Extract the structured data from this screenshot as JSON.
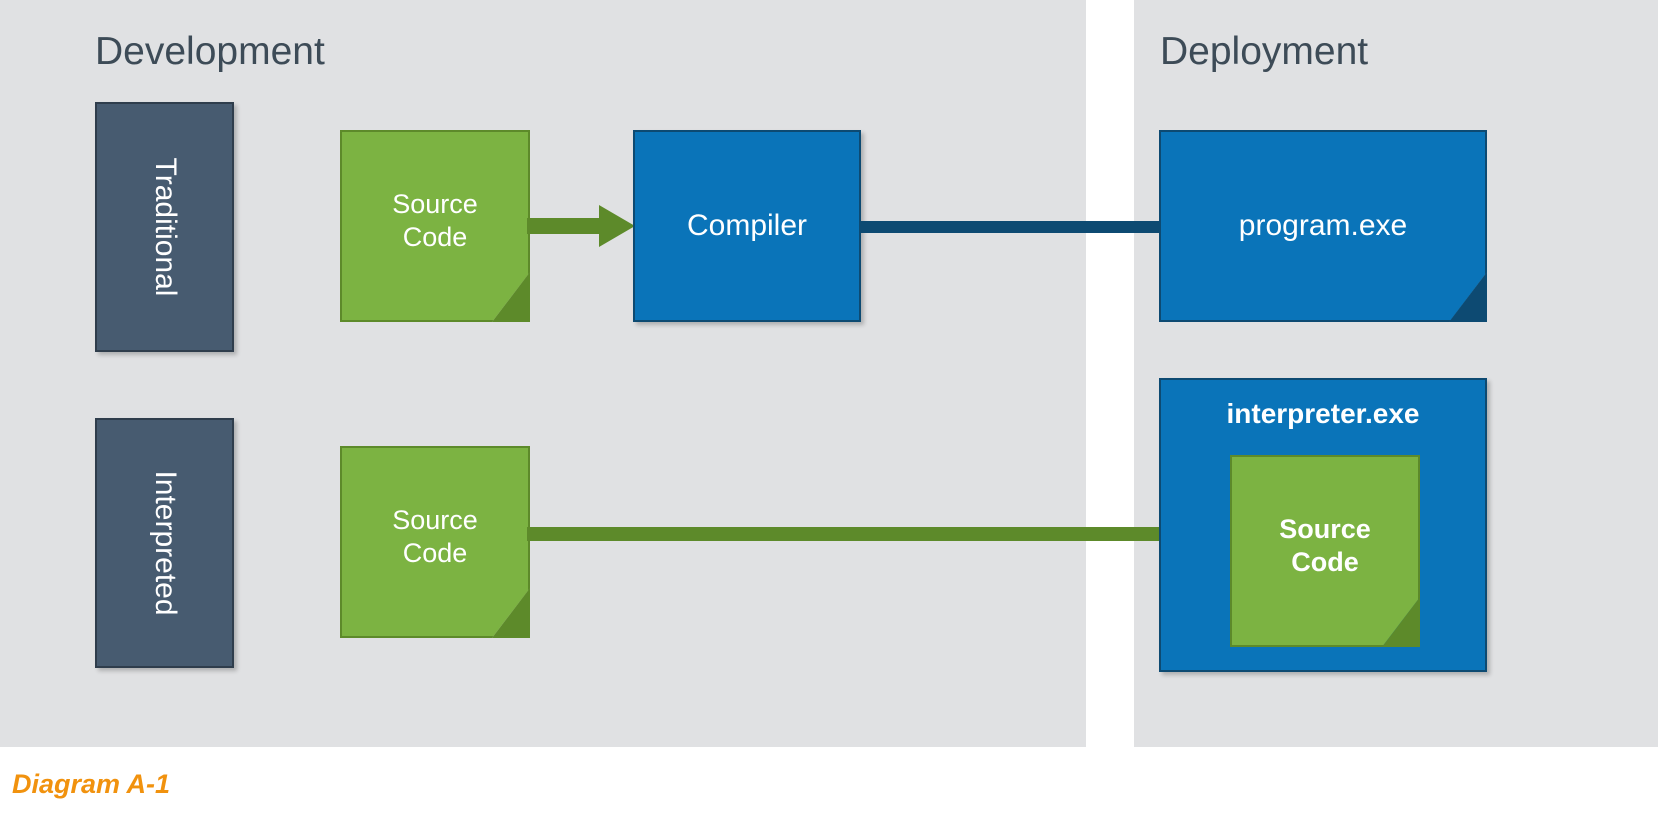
{
  "caption": "Diagram A-1",
  "colors": {
    "panel_background": "#e0e1e3",
    "page_background": "#ffffff",
    "slate": "#475b70",
    "slate_border": "#2f3d4c",
    "green": "#7cb342",
    "green_dark": "#5d8a2a",
    "blue": "#0a74b9",
    "blue_dark": "#0d4a72",
    "title_text": "#3d4b57",
    "caption_text": "#f1920e"
  },
  "sections": {
    "development": {
      "title": "Development"
    },
    "deployment": {
      "title": "Deployment"
    }
  },
  "row_labels": [
    {
      "id": "traditional",
      "text": "Traditional"
    },
    {
      "id": "interpreted",
      "text": "Interpreted"
    }
  ],
  "nodes": {
    "source_code_traditional": {
      "label": "Source\nCode",
      "shape": "document",
      "color": "green"
    },
    "compiler": {
      "label": "Compiler",
      "shape": "rectangle",
      "color": "blue"
    },
    "program_exe": {
      "label": "program.exe",
      "shape": "document",
      "color": "blue"
    },
    "source_code_interpreted": {
      "label": "Source\nCode",
      "shape": "document",
      "color": "green"
    },
    "interpreter_exe": {
      "label": "interpreter.exe",
      "shape": "rectangle",
      "color": "blue"
    },
    "source_code_inside_interpreter": {
      "label": "Source\nCode",
      "shape": "document",
      "color": "green"
    }
  },
  "arrows": [
    {
      "id": "source-to-compiler",
      "from": "source_code_traditional",
      "to": "compiler",
      "color": "#5d8a2a"
    },
    {
      "id": "compiler-to-program",
      "from": "compiler",
      "to": "program_exe",
      "color": "#0d4a72"
    },
    {
      "id": "source-to-interpreter",
      "from": "source_code_interpreted",
      "to": "source_code_inside_interpreter",
      "color": "#5d8a2a"
    }
  ]
}
